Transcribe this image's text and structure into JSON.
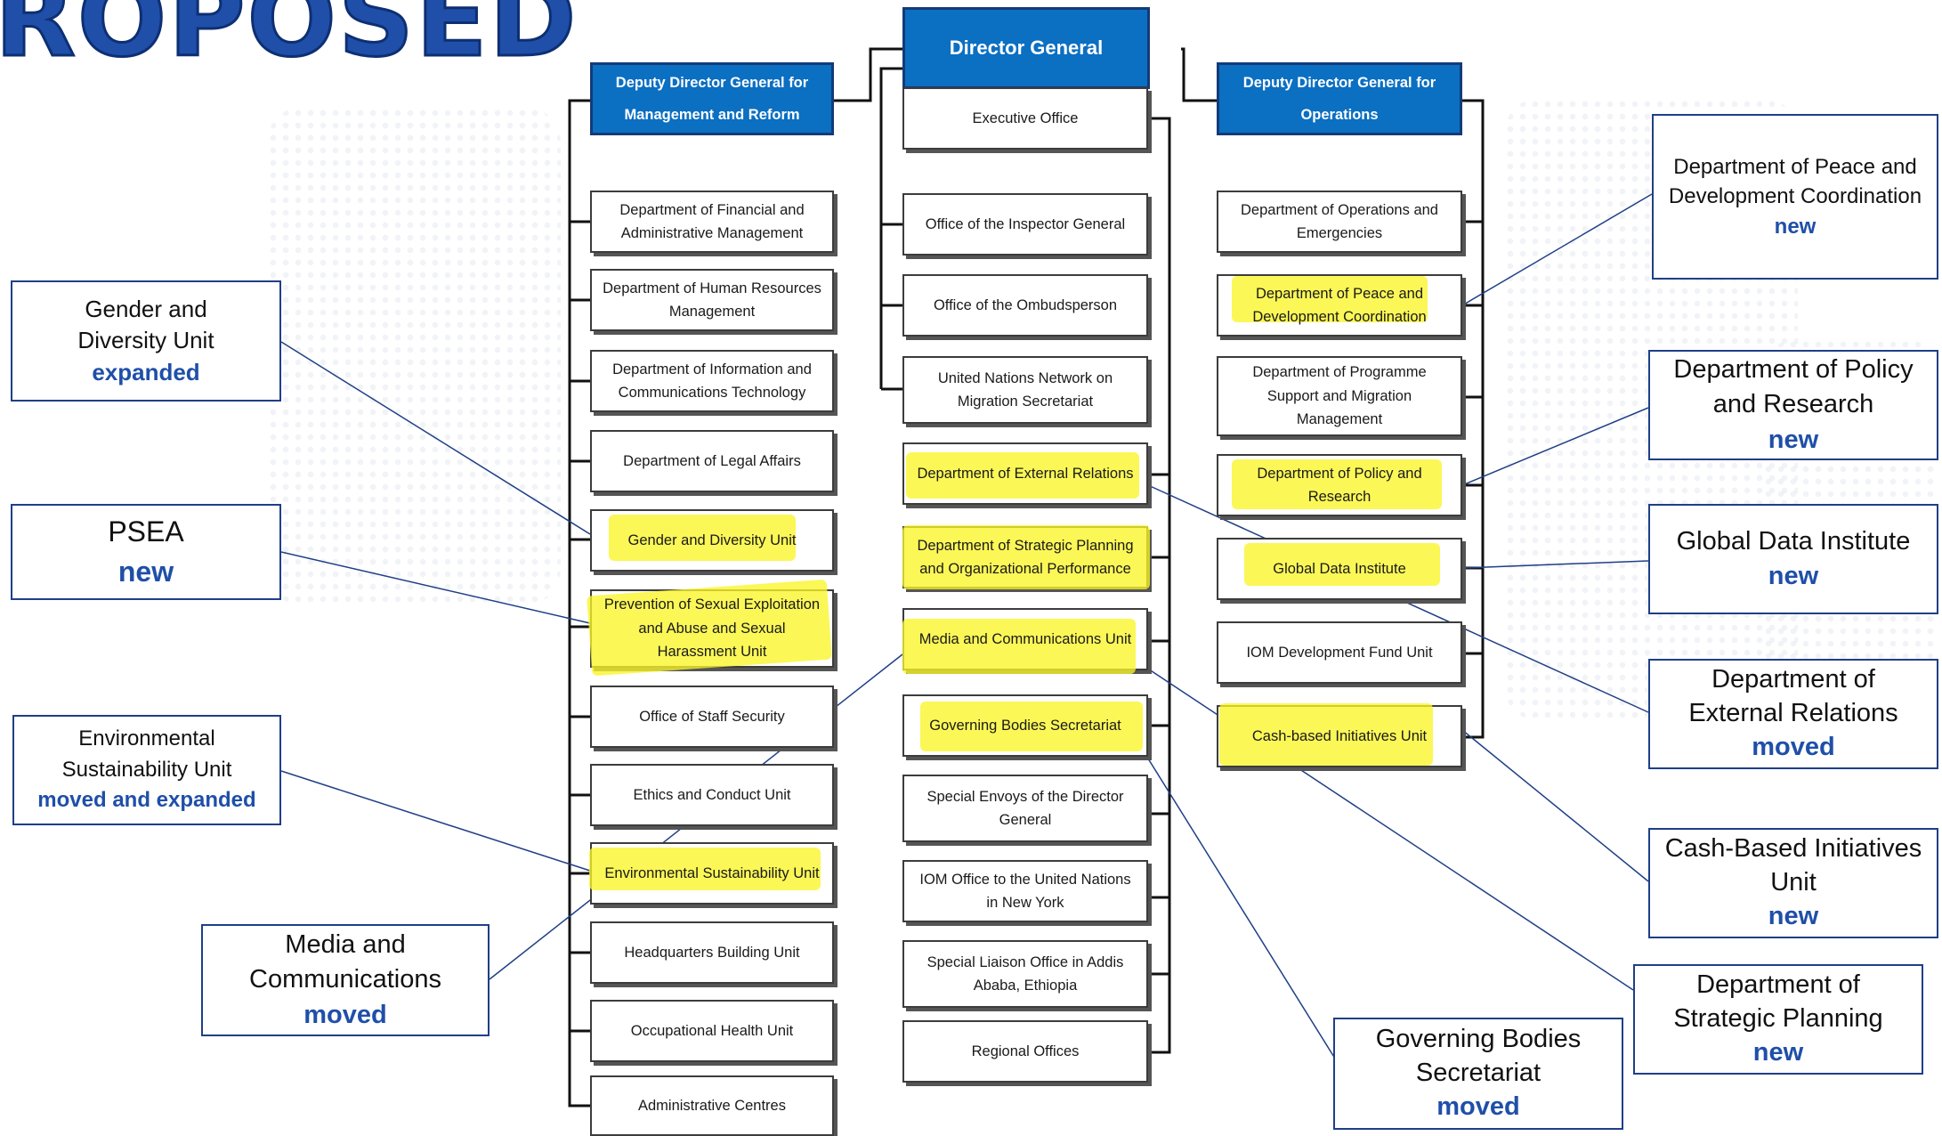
{
  "title": "ROPOSED",
  "heads": {
    "director_general": "Director General",
    "ddg_management": "Deputy Director General for Management and Reform",
    "ddg_operations": "Deputy Director General for Operations"
  },
  "left_units": [
    "Department of Financial and Administrative Management",
    "Department of Human Resources Management",
    "Department of Information and Communications Technology",
    "Department of Legal Affairs",
    "Gender and Diversity Unit",
    "Prevention of Sexual Exploitation and Abuse and Sexual Harassment Unit",
    "Office of Staff Security",
    "Ethics and Conduct Unit",
    "Environmental Sustainability Unit",
    "Headquarters Building Unit",
    "Occupational Health Unit",
    "Administrative Centres"
  ],
  "center_units": [
    "Executive Office",
    "Office of the Inspector General",
    "Office of the Ombudsperson",
    "United Nations Network on Migration Secretariat",
    "Department of External Relations",
    "Department of Strategic Planning and Organizational Performance",
    "Media and Communications Unit",
    "Governing Bodies Secretariat",
    "Special Envoys of the Director General",
    "IOM Office to the United Nations in New York",
    "Special Liaison Office in Addis Ababa, Ethiopia",
    "Regional Offices"
  ],
  "right_units": [
    "Department of Operations and Emergencies",
    "Department of Peace and Development Coordination",
    "Department of Programme Support and Migration Management",
    "Department of Policy and Research",
    "Global Data Institute",
    "IOM Development Fund Unit",
    "Cash-based Initiatives Unit"
  ],
  "callouts": {
    "gender": {
      "text": "Gender and Diversity Unit",
      "tag": "expanded"
    },
    "psea": {
      "text": "PSEA",
      "tag": "new"
    },
    "environment": {
      "text": "Environmental Sustainability Unit",
      "tag": "moved and expanded"
    },
    "media": {
      "text": "Media and Communications",
      "tag": "moved"
    },
    "peace": {
      "text": "Department of Peace and Development Coordination",
      "tag": "new"
    },
    "policy": {
      "text": "Department of Policy and Research",
      "tag": "new"
    },
    "gdi": {
      "text": "Global Data Institute",
      "tag": "new"
    },
    "external": {
      "text": "Department of External Relations",
      "tag": "moved"
    },
    "cash": {
      "text": "Cash-Based Initiatives Unit",
      "tag": "new"
    },
    "strategic": {
      "text": "Department of Strategic Planning",
      "tag": "new"
    },
    "governing": {
      "text": "Governing Bodies Secretariat",
      "tag": "moved"
    }
  },
  "colors": {
    "head_fill": "#0b6fc2",
    "highlight": "#faf528",
    "callout_tag": "#1f4fa8",
    "leader_line": "#1f3f86"
  }
}
